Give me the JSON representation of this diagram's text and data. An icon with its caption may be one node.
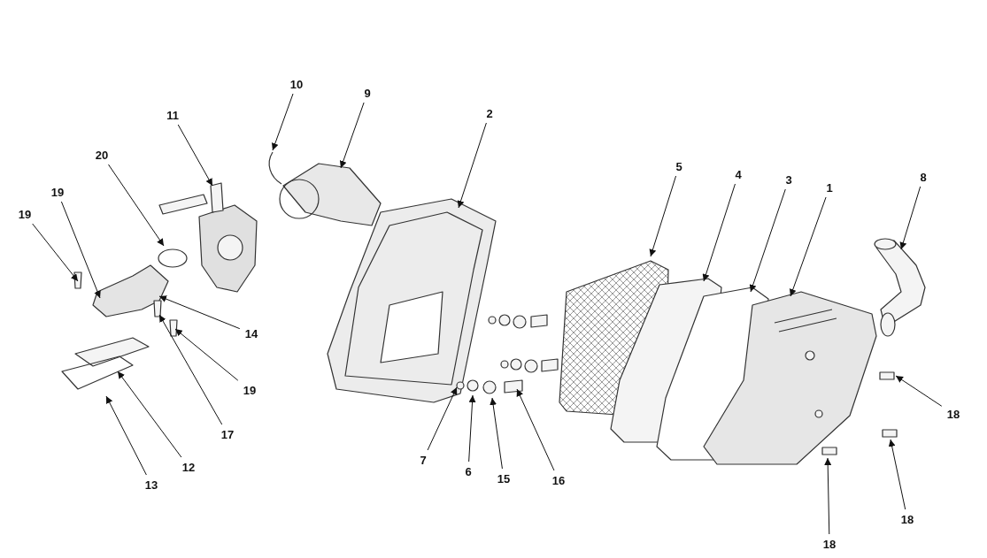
{
  "diagram": {
    "nodes": [
      {
        "text": [
          "10"
        ]
      },
      {
        "text": [
          "9"
        ]
      },
      {
        "text": [
          "2"
        ]
      },
      {
        "text": [
          "11"
        ]
      },
      {
        "text": [
          "20"
        ]
      },
      {
        "text": [
          "8"
        ]
      },
      {
        "text": [
          "5"
        ]
      },
      {
        "text": [
          "4"
        ]
      },
      {
        "text": [
          "19"
        ]
      },
      {
        "text": [
          "3"
        ]
      },
      {
        "text": [
          "1"
        ]
      },
      {
        "text": [
          "19"
        ]
      },
      {
        "text": [
          "14"
        ]
      },
      {
        "text": [
          "19"
        ]
      },
      {
        "text": [
          "17"
        ]
      },
      {
        "text": [
          "18"
        ]
      },
      {
        "text": [
          "7"
        ]
      },
      {
        "text": [
          "12"
        ]
      },
      {
        "text": [
          "6"
        ]
      },
      {
        "text": [
          "15"
        ]
      },
      {
        "text": [
          "16"
        ]
      },
      {
        "text": [
          "13"
        ]
      },
      {
        "text": [
          "18"
        ]
      },
      {
        "text": [
          "18"
        ]
      }
    ],
    "edges": [
      {
        "from": 0,
        "to": null,
        "arrow": "to"
      },
      {
        "from": 1,
        "to": null,
        "arrow": "to"
      },
      {
        "from": 2,
        "to": null,
        "arrow": "to"
      },
      {
        "from": 3,
        "to": null,
        "arrow": "to"
      },
      {
        "from": 4,
        "to": null,
        "arrow": "to"
      },
      {
        "from": 5,
        "to": null,
        "arrow": "to"
      },
      {
        "from": 6,
        "to": null,
        "arrow": "to"
      },
      {
        "from": 7,
        "to": null,
        "arrow": "to"
      },
      {
        "from": 8,
        "to": null,
        "arrow": "to"
      },
      {
        "from": 9,
        "to": null,
        "arrow": "to"
      },
      {
        "from": 10,
        "to": null,
        "arrow": "to"
      },
      {
        "from": 11,
        "to": null,
        "arrow": "to"
      },
      {
        "from": 12,
        "to": null,
        "arrow": "to"
      },
      {
        "from": 13,
        "to": null,
        "arrow": "to"
      },
      {
        "from": 14,
        "to": null,
        "arrow": "to"
      },
      {
        "from": 15,
        "to": null,
        "arrow": "to"
      },
      {
        "from": 16,
        "to": null,
        "arrow": "to"
      },
      {
        "from": 17,
        "to": null,
        "arrow": "to"
      },
      {
        "from": 18,
        "to": null,
        "arrow": "to"
      },
      {
        "from": 19,
        "to": null,
        "arrow": "to"
      },
      {
        "from": 20,
        "to": null,
        "arrow": "to"
      },
      {
        "from": 21,
        "to": null,
        "arrow": "to"
      },
      {
        "from": 22,
        "to": null,
        "arrow": "to"
      },
      {
        "from": 23,
        "to": null,
        "arrow": "to"
      }
    ]
  }
}
